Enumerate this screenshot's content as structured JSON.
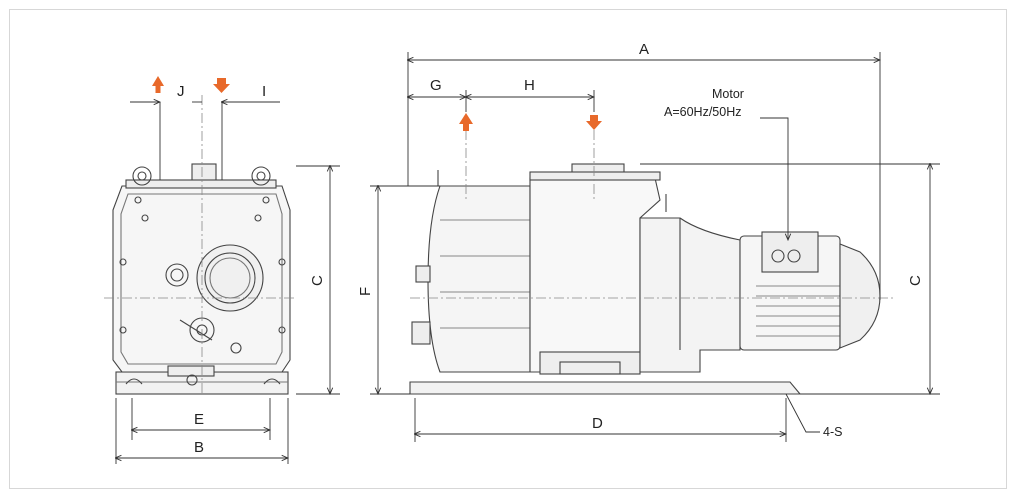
{
  "diagram": {
    "dimensions": {
      "A": "A",
      "B": "B",
      "C_front": "C",
      "C_side": "C",
      "D": "D",
      "E": "E",
      "F": "F",
      "G": "G",
      "H": "H",
      "I": "I",
      "J": "J",
      "S": "4-S"
    },
    "motor_label": "Motor",
    "motor_freq": "A=60Hz/50Hz",
    "colors": {
      "arrow": "#e8692a",
      "line": "#333333",
      "body": "#555555",
      "fill": "#f4f4f4"
    }
  }
}
